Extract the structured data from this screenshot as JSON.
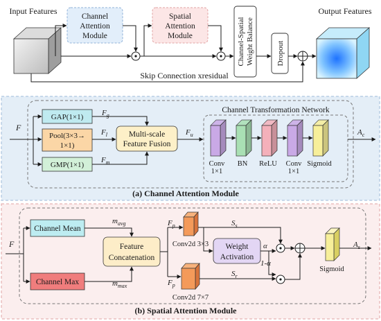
{
  "top": {
    "input_features": "Input Features",
    "channel_attention_module": [
      "Channel",
      "Attention",
      "Module"
    ],
    "spatial_attention_module": [
      "Spatial",
      "Attention",
      "Module"
    ],
    "weight_balance": [
      "Channel-Spatial",
      "Weight Balance"
    ],
    "dropout": "Dropout",
    "output_features": "Output Features",
    "skip_connection": "Skip Connection xresidual",
    "dot_symbol": "⊙",
    "plus_symbol": "⊕"
  },
  "channel": {
    "input_label": "F",
    "gap": "GAP(1×1)",
    "pool": [
      "Pool(3×3→",
      "1×1)"
    ],
    "gmp": "GMP(1×1)",
    "fg": "F",
    "fg_sub": "g",
    "fl": "F",
    "fl_sub": "l",
    "fm": "F",
    "fm_sub": "m",
    "fusion": [
      "Multi-scale",
      "Feature Fusion"
    ],
    "fu": "F",
    "fu_sub": "u",
    "ctn_title": "Channel Transformation Network",
    "layers": [
      {
        "label": [
          "Conv",
          "1×1"
        ],
        "color": "#c9a9e6"
      },
      {
        "label": [
          "BN"
        ],
        "color": "#a9e0b4"
      },
      {
        "label": [
          "ReLU"
        ],
        "color": "#f4b0ba"
      },
      {
        "label": [
          "Conv",
          "1×1"
        ],
        "color": "#c9a9e6"
      },
      {
        "label": [
          "Sigmoid"
        ],
        "color": "#f7ef9a"
      }
    ],
    "output_label": "A",
    "output_sub": "c",
    "caption": "(a) Channel Attention Module"
  },
  "spatial": {
    "input_label": "F",
    "channel_mean": "Channel Mean",
    "channel_max": "Channel Max",
    "m_avg": "m",
    "m_avg_sub": "avg",
    "m_max": "m",
    "m_max_sub": "max",
    "concat": [
      "Feature",
      "Concatenation"
    ],
    "fp": "F",
    "fp_sub": "p",
    "conv_top": "Conv2d 3×3",
    "conv_bottom": "Conv2d 7×7",
    "ss": "S",
    "ss_sub": "s",
    "sr": "S",
    "sr_sub": "r",
    "weight_activation": [
      "Weight",
      "Activation"
    ],
    "alpha": "α",
    "one_minus_alpha": "1-α",
    "sigmoid": "Sigmoid",
    "output_label": "A",
    "output_sub": "s",
    "caption": "(b) Spatial Attention Module"
  },
  "colors": {
    "panel_a_bg": "#e4eef7",
    "panel_b_bg": "#fbeeee",
    "cam_box": "#e2eefa",
    "sam_box": "#fce6e6",
    "gap_box": "#bfeaf0",
    "pool_box": "#fbd6a6",
    "gmp_box": "#d2f0d8",
    "fusion_box": "#fdf0c8",
    "mean_box": "#bdecf1",
    "max_box": "#f07d7d",
    "concat_box": "#fdedc8",
    "weight_box": "#e3d6f4",
    "conv_cube": "#f49a5a"
  }
}
